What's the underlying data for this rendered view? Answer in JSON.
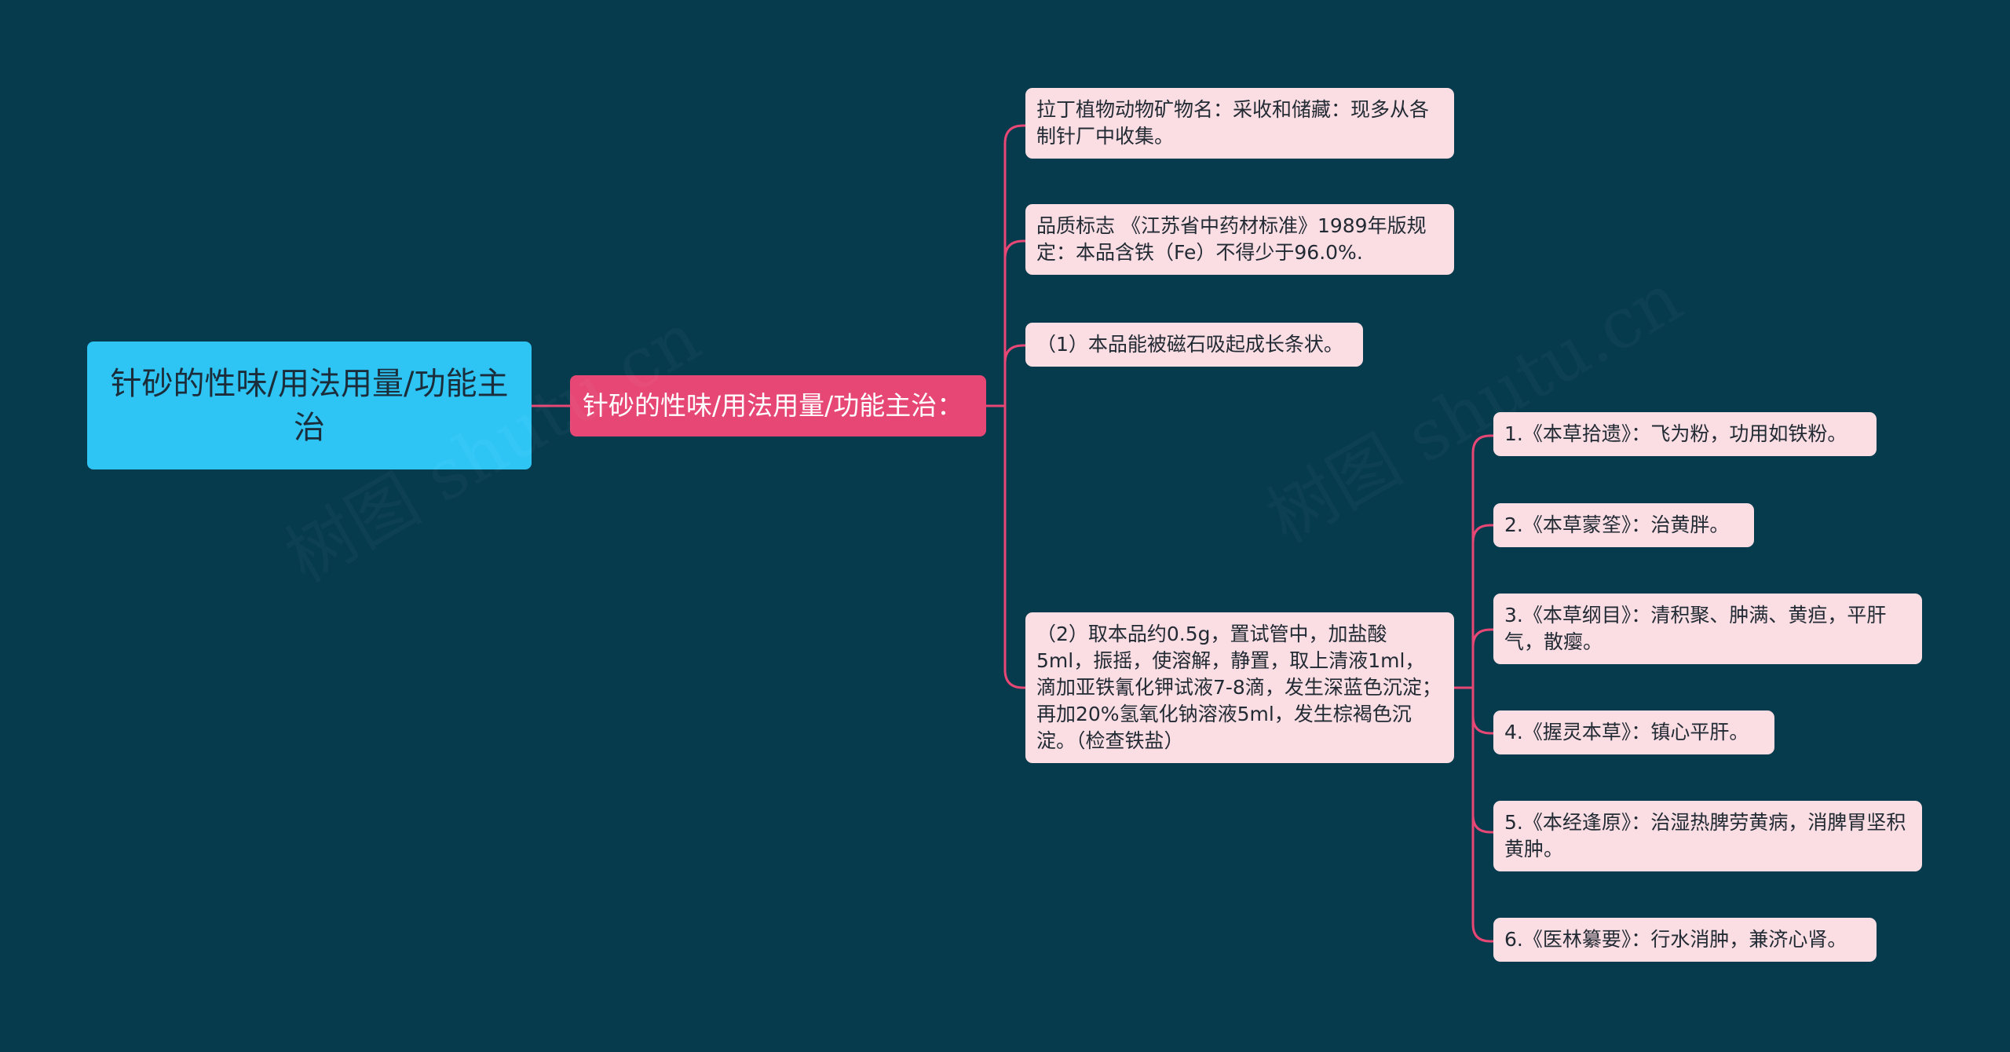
{
  "diagram": {
    "root": {
      "label": "针砂的性味/用法用量/功能主治"
    },
    "branch": {
      "label": "针砂的性味/用法用量/功能主治："
    },
    "leaves": [
      {
        "label": "拉丁植物动物矿物名：采收和储藏：现多从各制针厂中收集。"
      },
      {
        "label": "品质标志 《江苏省中药材标准》1989年版规定：本品含铁（Fe）不得少于96.0%."
      },
      {
        "label": "（1）本品能被磁石吸起成长条状。"
      },
      {
        "label": "（2）取本品约0.5g，置试管中，加盐酸5ml，振摇，使溶解，静置，取上清液1ml，滴加亚铁氰化钾试液7-8滴，发生深蓝色沉淀；再加20%氢氧化钠溶液5ml，发生棕褐色沉淀。（检查铁盐）"
      }
    ],
    "sub_leaves": [
      {
        "label": "1.《本草拾遗》：飞为粉，功用如铁粉。"
      },
      {
        "label": "2.《本草蒙筌》：治黄胖。"
      },
      {
        "label": "3.《本草纲目》：清积聚、肿满、黄疸，平肝气，散瘿。"
      },
      {
        "label": "4.《握灵本草》：镇心平肝。"
      },
      {
        "label": "5.《本经逢原》：治湿热脾劳黄病，消脾胃坚积黄肿。"
      },
      {
        "label": "6.《医林纂要》：行水消肿，兼济心肾。"
      }
    ]
  },
  "colors": {
    "background": "#063a4d",
    "root_fill": "#2ec5f5",
    "branch_fill": "#e64774",
    "leaf_fill": "#fbdde4",
    "connector": "#e64774"
  },
  "watermark": {
    "text": "树图 shutu.cn"
  }
}
